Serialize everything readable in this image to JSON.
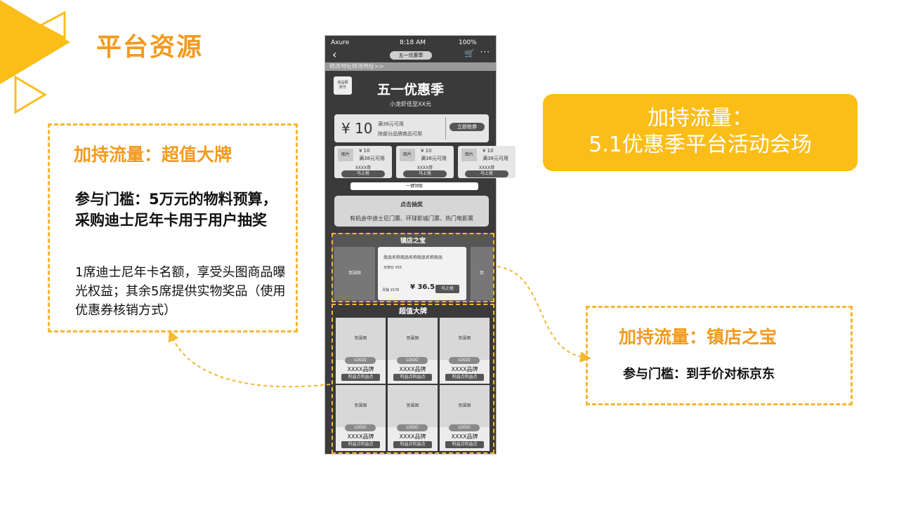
{
  "page_title": "平台资源",
  "left_box": {
    "heading": "加持流量：超值大牌",
    "requirement": "参与门槛：5万元的物料预算，采购迪士尼年卡用于用户抽奖",
    "detail": "1席迪士尼年卡名额，享受头图商品曝光权益；其余5席提供实物奖品（使用优惠券核销方式）"
  },
  "accent_box": {
    "line1": "加持流量：",
    "line2": "5.1优惠季平台活动会场"
  },
  "right_box": {
    "heading": "加持流量：镇店之宝",
    "requirement": "参与门槛：到手价对标京东"
  },
  "phone": {
    "status": {
      "carrier": "Axure",
      "time": "8:18 AM",
      "battery": "100%"
    },
    "nav": {
      "back": "‹",
      "title": "五一优惠季",
      "cart": "🛒",
      "more": "···"
    },
    "address": "修改地址修改地址>>",
    "logo_line1": "双品网",
    "logo_line2": "购节",
    "headline": "五一优惠季",
    "subline": "小龙虾低至XX元",
    "big_coupon": {
      "amount": "¥ 10",
      "cond": "满38元可用",
      "scope": "除部分品牌商品可用",
      "button": "立即抢券"
    },
    "small_coupons": [
      {
        "img": "图片",
        "amount": "¥ 10",
        "cond": "满38元可用",
        "name": "XXXX券",
        "button": "马上抢"
      },
      {
        "img": "图片",
        "amount": "¥ 10",
        "cond": "满38元可用",
        "name": "XXXX券",
        "button": "马上抢"
      },
      {
        "img": "图片",
        "amount": "¥ 10",
        "cond": "满38元可用",
        "name": "XXXX券",
        "button": "马上抢"
      }
    ],
    "one_key": "一键领取",
    "lottery": {
      "title": "点击抽奖",
      "desc": "有机会中迪士尼门票、环球影城门票、热门电影票"
    },
    "treasure": {
      "title": "镇店之宝",
      "side_left": "氛围图",
      "side_right": "氛",
      "card": {
        "name": "商品名称商品名称商品名称商品",
        "daily_price": "日常价 ¥55",
        "orig": "月销 1576",
        "price": "¥ 36.5",
        "button": "马上抢"
      }
    },
    "brands": {
      "title": "超值大牌",
      "items": [
        {
          "img": "氛围图",
          "logo": "LOGO",
          "name": "XXXX品牌",
          "benefit": "利益点利益点"
        },
        {
          "img": "氛围图",
          "logo": "LOGO",
          "name": "XXXX品牌",
          "benefit": "利益点利益点"
        },
        {
          "img": "氛围图",
          "logo": "LOGO",
          "name": "XXXX品牌",
          "benefit": "利益点利益点"
        },
        {
          "img": "氛围图",
          "logo": "LOGO",
          "name": "XXXX品牌",
          "benefit": "利益点利益点"
        },
        {
          "img": "氛围图",
          "logo": "LOGO",
          "name": "XXXX品牌",
          "benefit": "利益点利益点"
        },
        {
          "img": "氛围图",
          "logo": "LOGO",
          "name": "XXXX品牌",
          "benefit": "利益点利益点"
        }
      ]
    }
  },
  "colors": {
    "accent": "#fbbd18",
    "title_orange": "#f39a1e",
    "dash": "#f5b731",
    "phone_bg": "#3a3a3a"
  }
}
